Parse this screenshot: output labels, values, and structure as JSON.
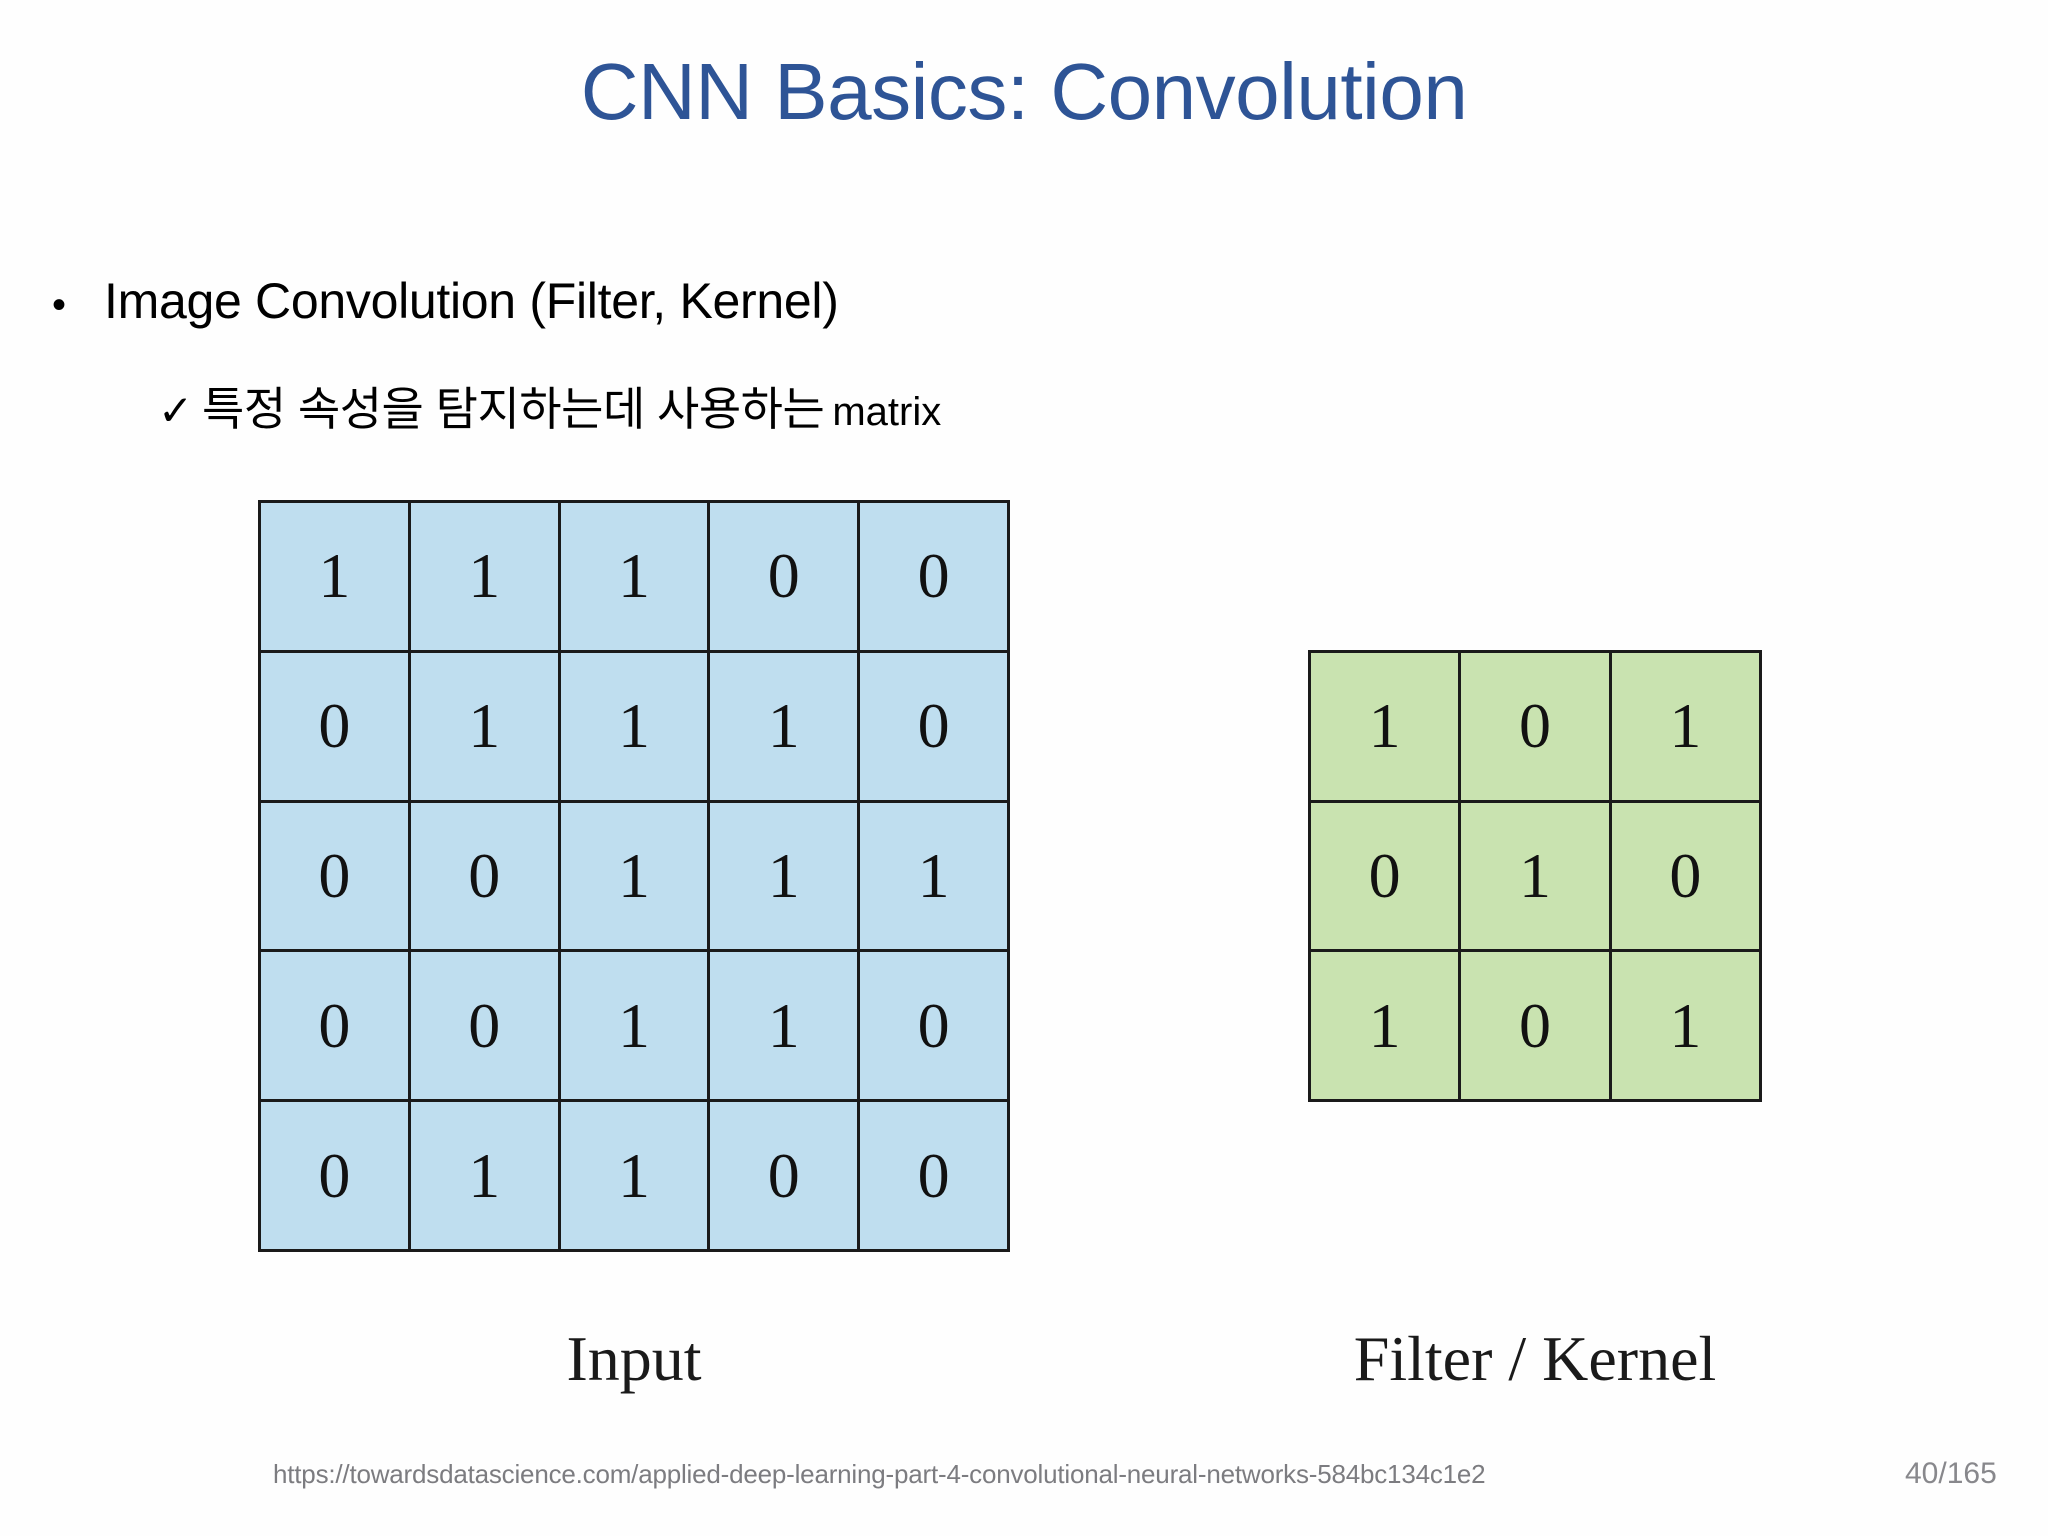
{
  "slide": {
    "title": "CNN Basics: Convolution",
    "bullets": [
      {
        "marker": "•",
        "text": "Image Convolution (Filter, Kernel)"
      }
    ],
    "sub_bullets": [
      {
        "marker": "✓",
        "text_kr": "특정 속성을 탐지하는데 사용하는",
        "text_en": "matrix"
      }
    ],
    "captions": {
      "input": "Input",
      "filter": "Filter / Kernel"
    },
    "footer": {
      "source_url": "https://towardsdatascience.com/applied-deep-learning-part-4-convolutional-neural-networks-584bc134c1e2",
      "page": "40/165"
    },
    "colors": {
      "title": "#2e5496",
      "input_cell": "#bfdeef",
      "filter_cell": "#c9e3b0",
      "grid_line": "#1a1a1a",
      "footer_text": "#7c7c80"
    }
  },
  "chart_data": {
    "type": "table",
    "title": "CNN Basics: Convolution",
    "matrices": [
      {
        "name": "input",
        "label": "Input",
        "rows": 5,
        "cols": 5,
        "fill": "#bfdeef",
        "values": [
          [
            1,
            1,
            1,
            0,
            0
          ],
          [
            0,
            1,
            1,
            1,
            0
          ],
          [
            0,
            0,
            1,
            1,
            1
          ],
          [
            0,
            0,
            1,
            1,
            0
          ],
          [
            0,
            1,
            1,
            0,
            0
          ]
        ]
      },
      {
        "name": "filter",
        "label": "Filter / Kernel",
        "rows": 3,
        "cols": 3,
        "fill": "#c9e3b0",
        "values": [
          [
            1,
            0,
            1
          ],
          [
            0,
            1,
            0
          ],
          [
            1,
            0,
            1
          ]
        ]
      }
    ]
  }
}
